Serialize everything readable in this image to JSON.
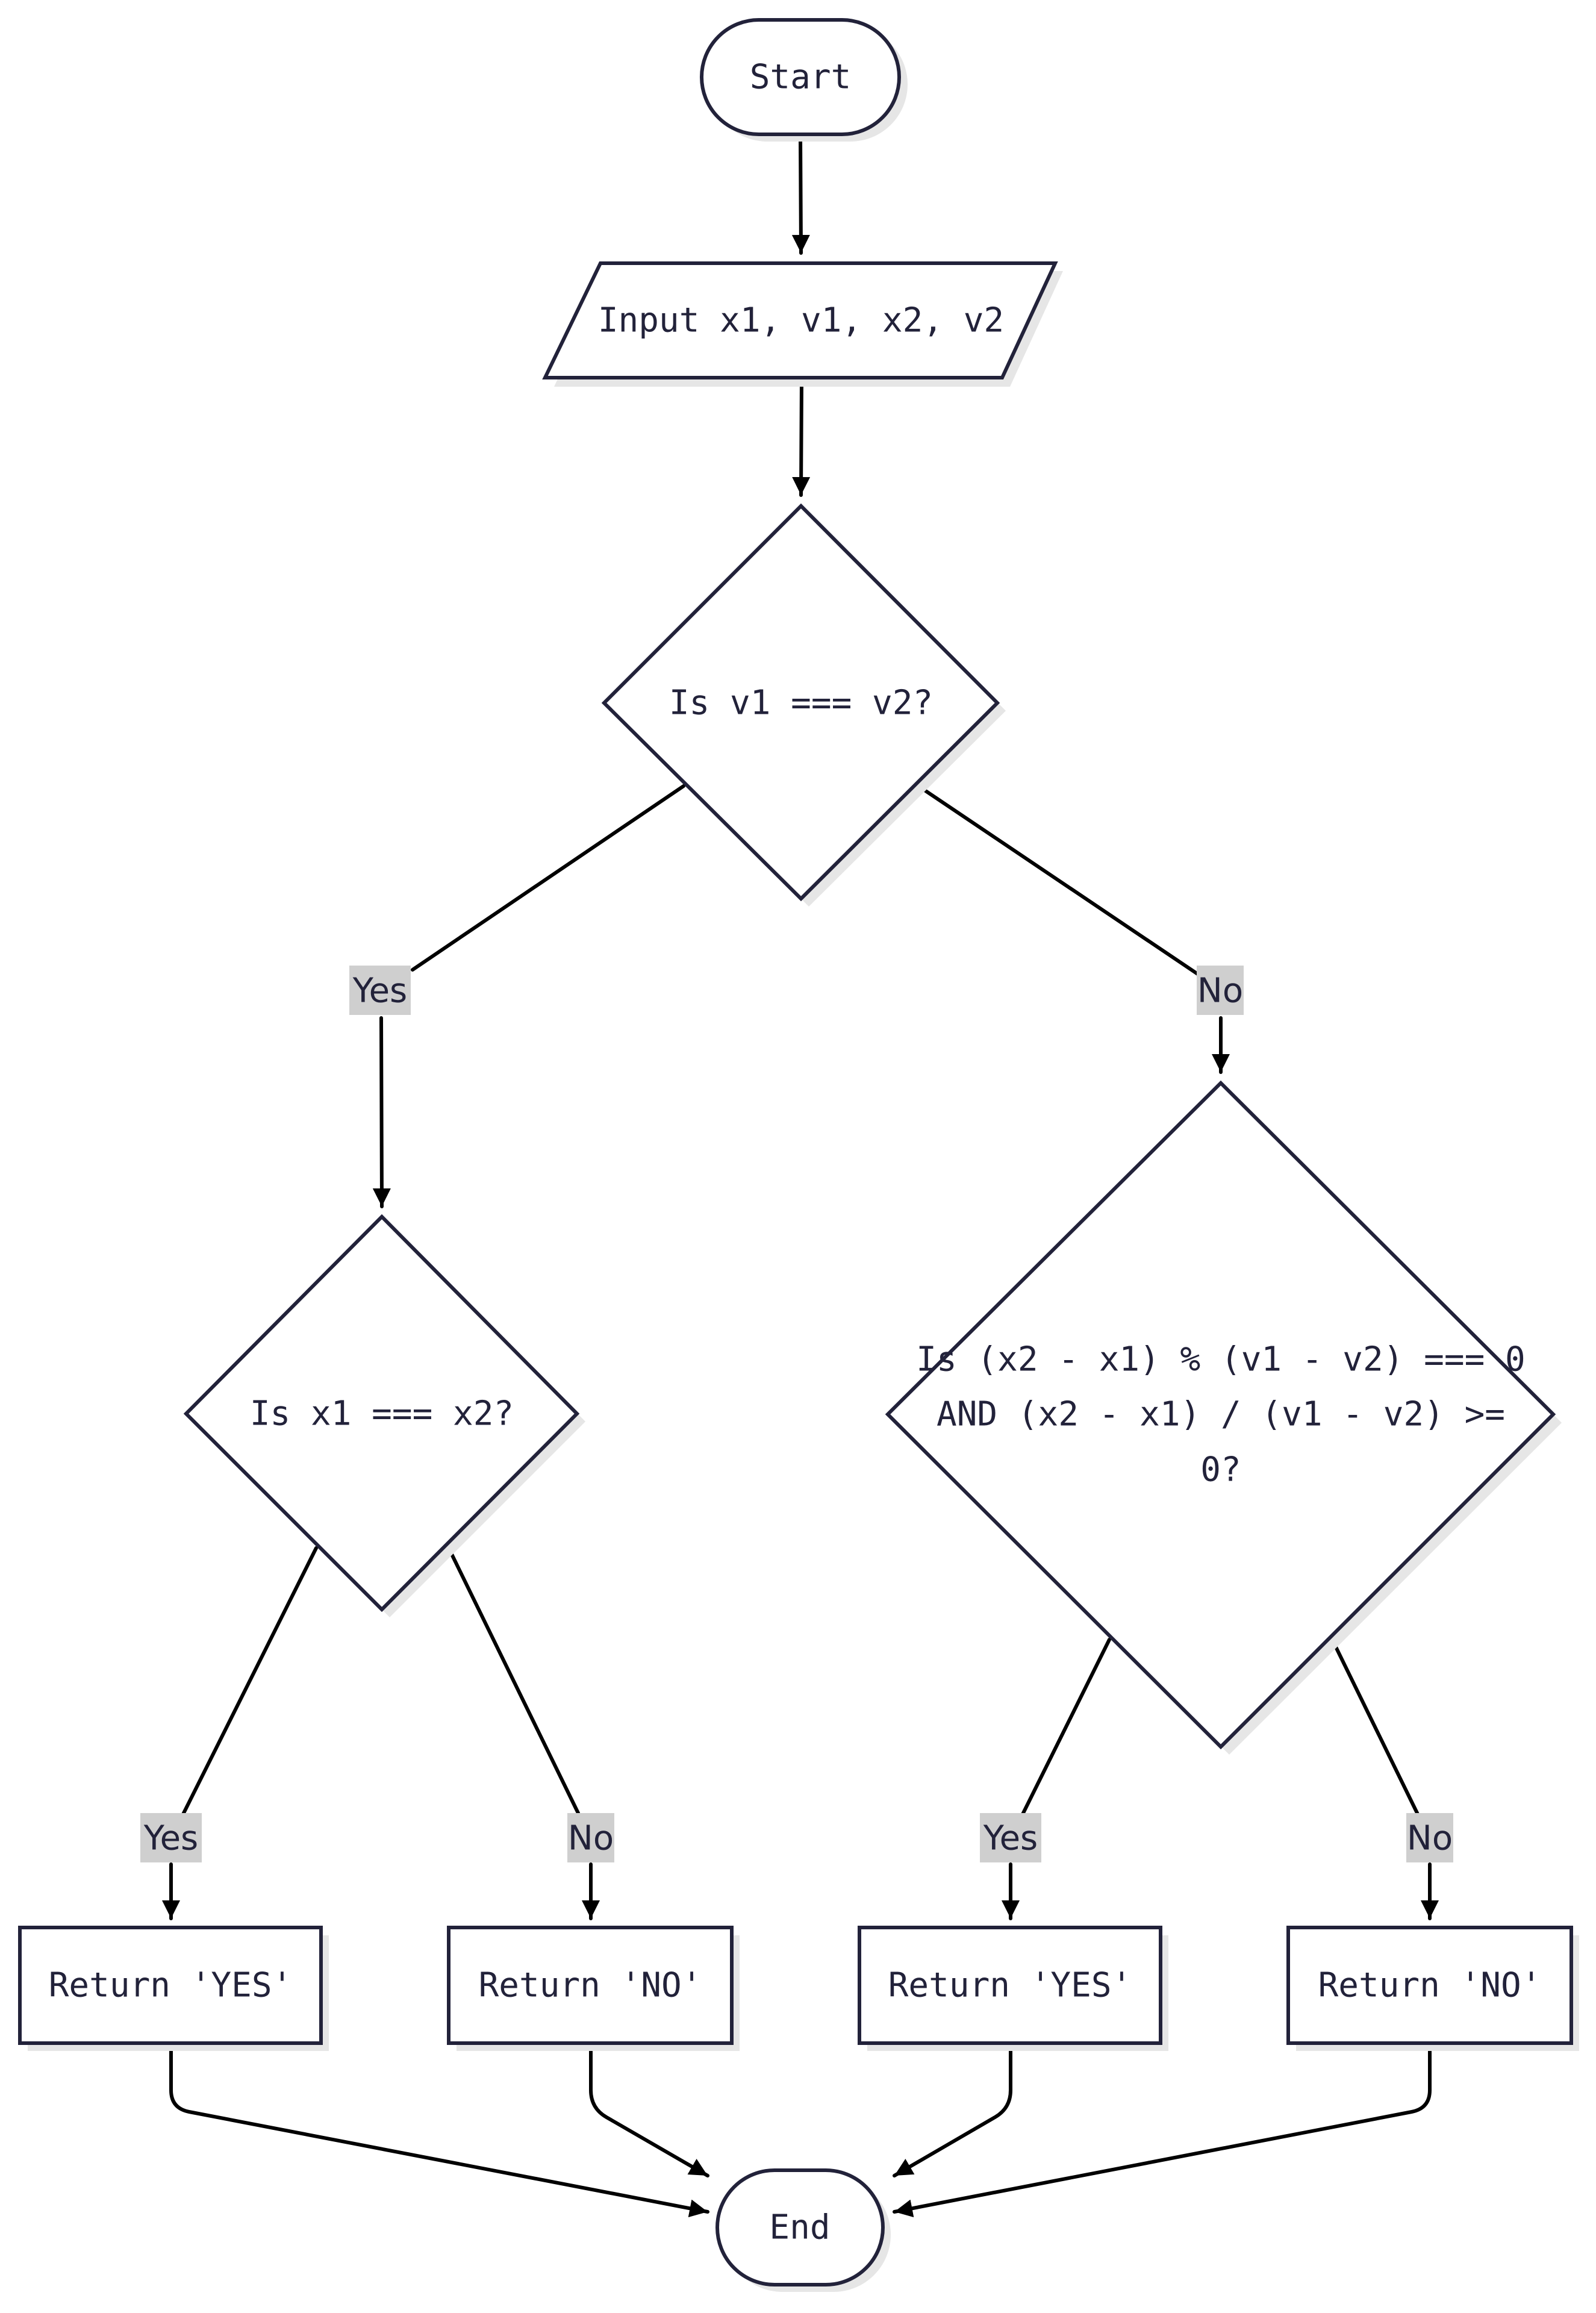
{
  "nodes": {
    "start": "Start",
    "input": "Input x1, v1, x2, v2",
    "check_speed": "Is v1 === v2?",
    "check_position": "Is x1 === x2?",
    "check_meet": [
      "Is (x2 - x1) % (v1 - v2) === 0",
      "AND (x2 - x1) / (v1 - v2) >=",
      "0?"
    ],
    "return_yes_1": "Return 'YES'",
    "return_no_1": "Return 'NO'",
    "return_yes_2": "Return 'YES'",
    "return_no_2": "Return 'NO'",
    "end": "End"
  },
  "edge_labels": {
    "speed_yes": "Yes",
    "speed_no": "No",
    "position_yes": "Yes",
    "position_no": "No",
    "meet_yes": "Yes",
    "meet_no": "No"
  },
  "colors": {
    "stroke": "#22223a",
    "edge": "#000000",
    "label_bg": "#cfcfcf",
    "shadow": "#e6e6e6"
  }
}
